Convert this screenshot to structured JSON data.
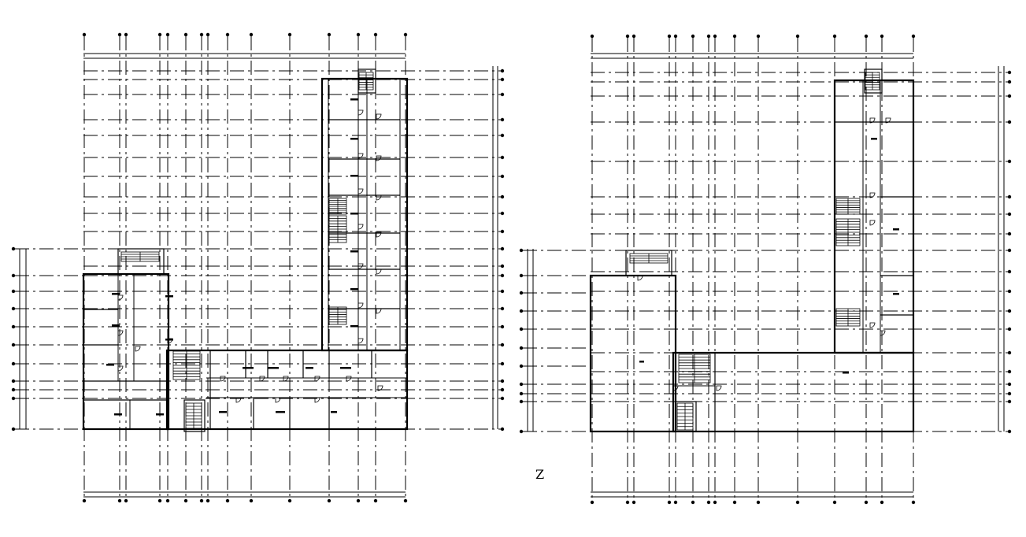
{
  "drawing": {
    "type": "architectural floor plans (CAD)",
    "plans": [
      "left-floor-plan",
      "right-floor-plan"
    ],
    "north_mark": "Z"
  },
  "colors": {
    "background": "#ffffff",
    "ink": "#000000"
  }
}
